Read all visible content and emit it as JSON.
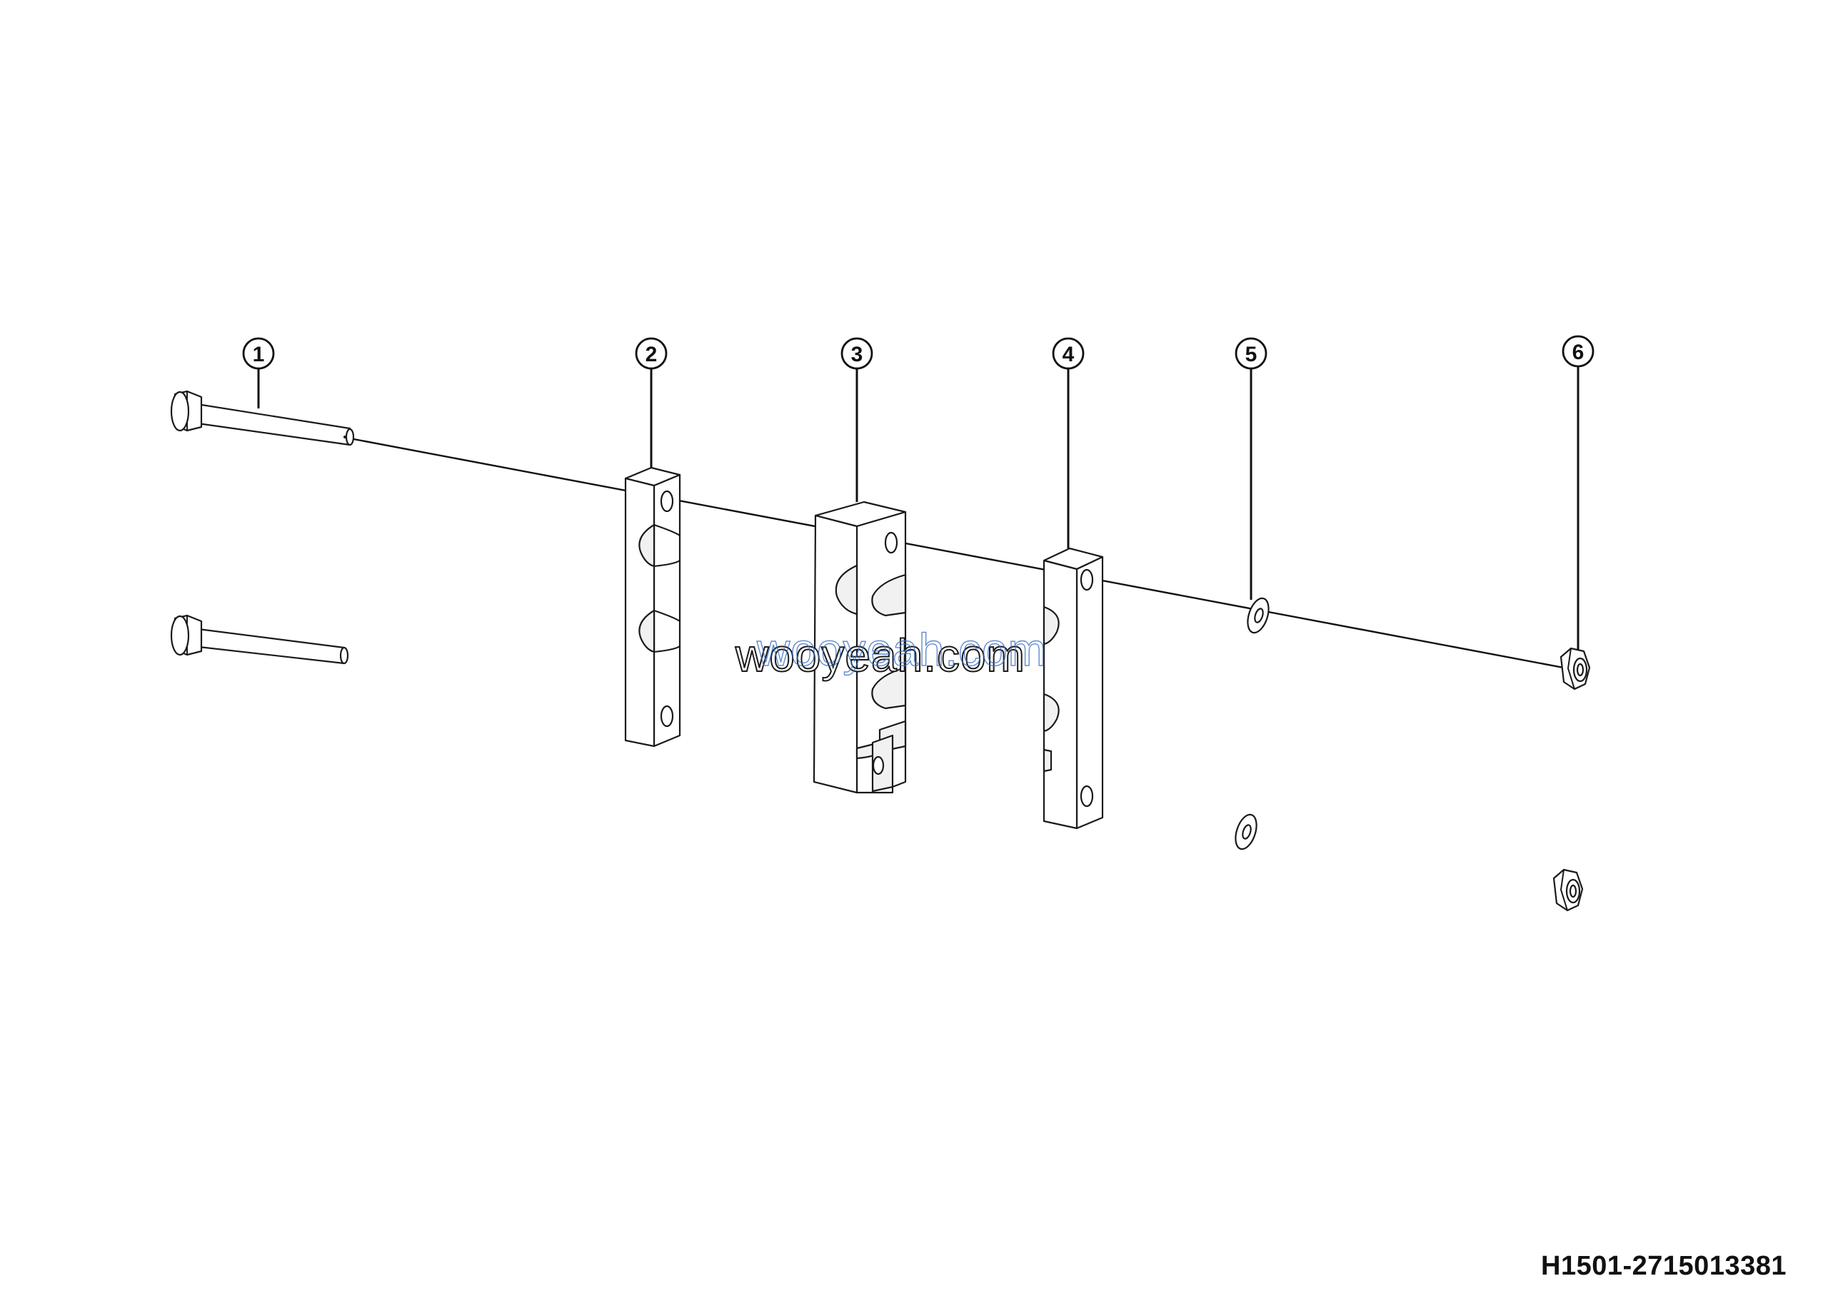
{
  "figure": {
    "code": "H1501-2715013381",
    "watermark": "wooyeah.com",
    "description_parts": [
      {
        "id": "1",
        "name": "bolt"
      },
      {
        "id": "2",
        "name": "clamp-block-left"
      },
      {
        "id": "3",
        "name": "clamp-block-center"
      },
      {
        "id": "4",
        "name": "clamp-block-right"
      },
      {
        "id": "5",
        "name": "washer"
      },
      {
        "id": "6",
        "name": "nut"
      }
    ]
  },
  "callouts": {
    "c1": "1",
    "c2": "2",
    "c3": "3",
    "c4": "4",
    "c5": "5",
    "c6": "6"
  }
}
